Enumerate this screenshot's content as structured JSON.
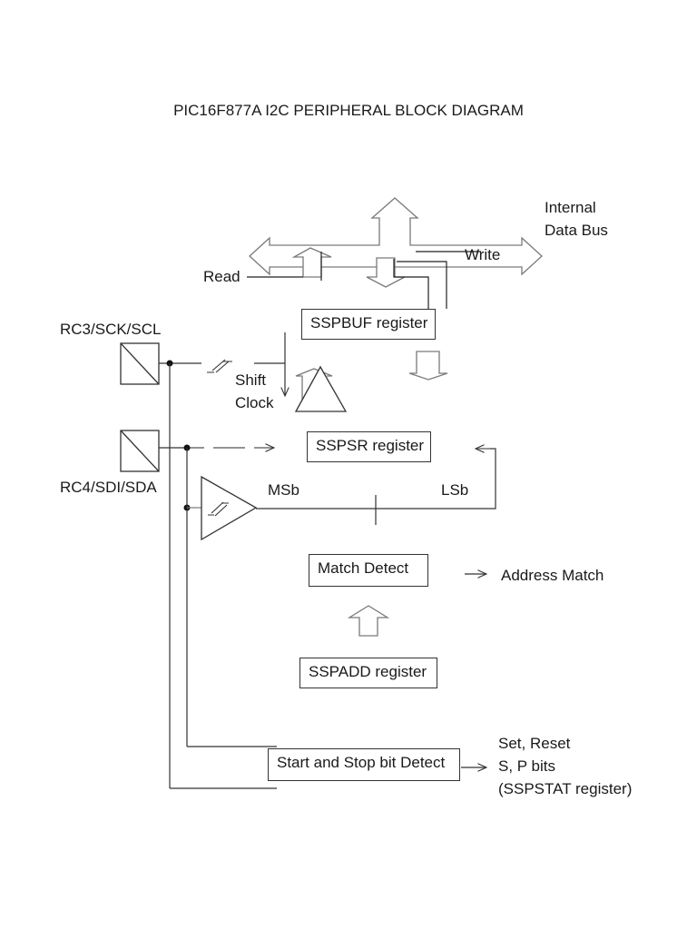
{
  "title": "PIC16F877A I2C PERIPHERAL BLOCK DIAGRAM",
  "labels": {
    "internal_data_bus": [
      "Internal",
      "Data Bus"
    ],
    "read": "Read",
    "write": "Write",
    "pin_scl": "RC3/SCK/SCL",
    "pin_sda": "RC4/SDI/SDA",
    "shift_clock": [
      "Shift",
      "Clock"
    ],
    "msb": "MSb",
    "lsb": "LSb",
    "address_match": "Address Match",
    "status_output": [
      "Set, Reset",
      "S, P bits",
      "(SSPSTAT register)"
    ]
  },
  "blocks": {
    "sspbuf": "SSPBUF register",
    "sspsr": "SSPSR register",
    "match_detect": "Match Detect",
    "sspadd": "SSPADD register",
    "start_stop": "Start and Stop bit Detect"
  },
  "colors": {
    "line": "#222222",
    "block_arrow": "#7a7a7a"
  }
}
